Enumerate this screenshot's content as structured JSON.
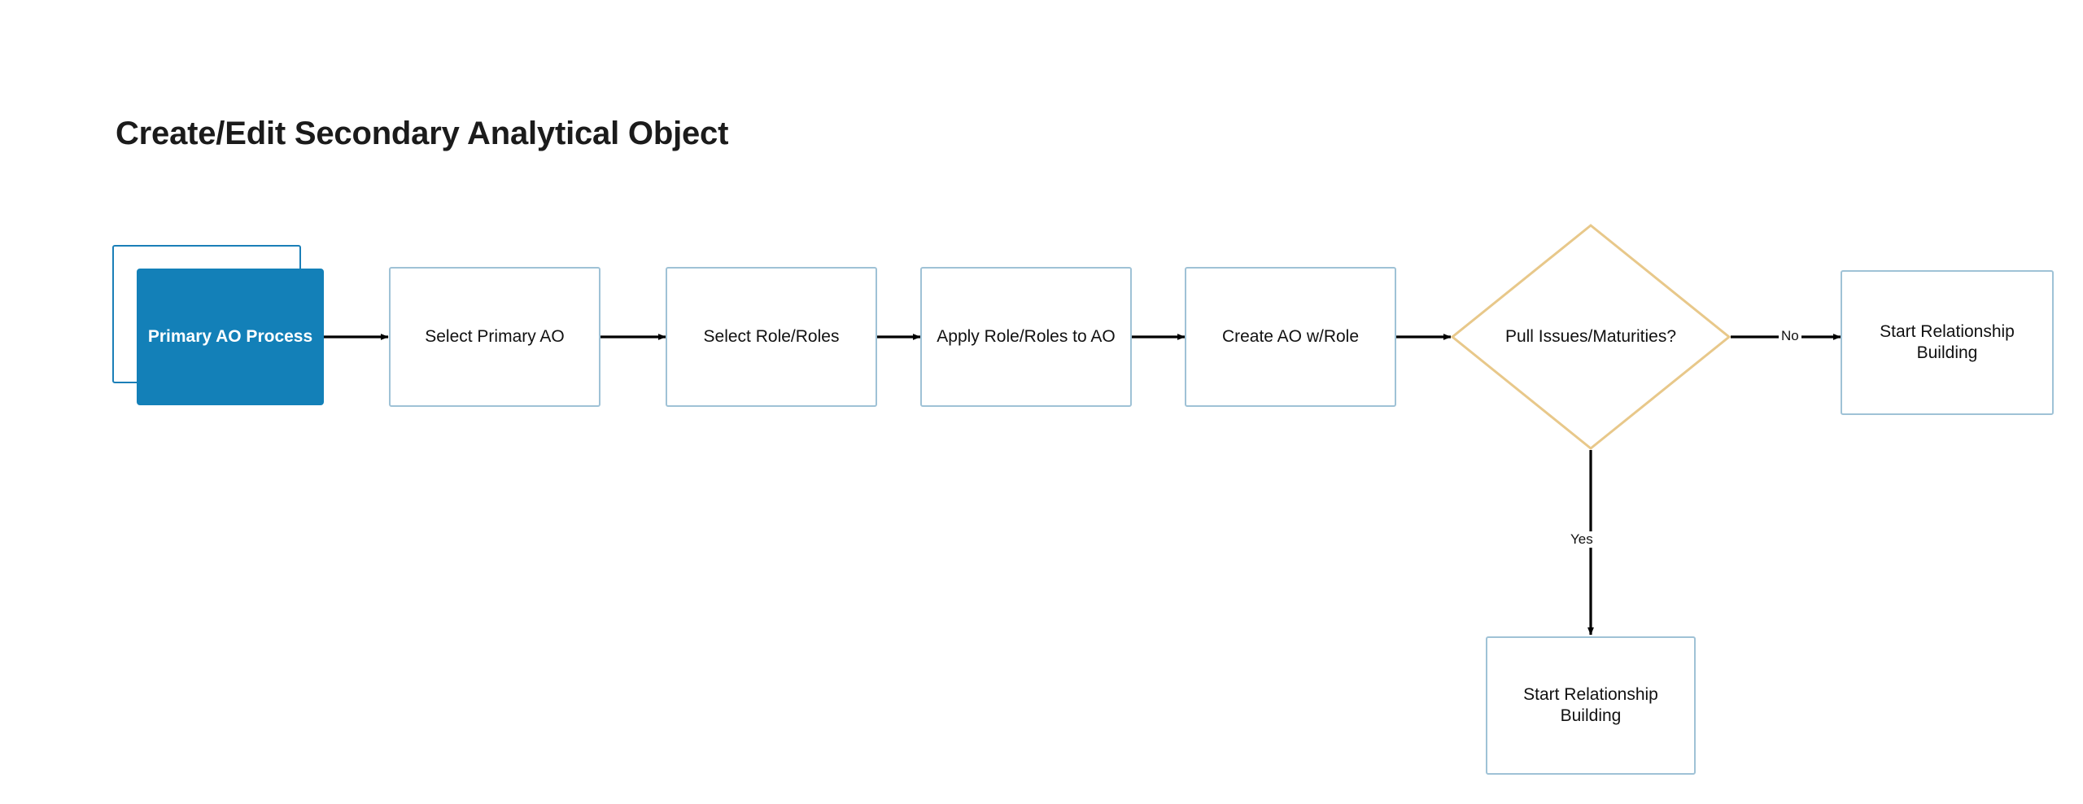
{
  "page": {
    "title": "Create/Edit Secondary Analytical Object",
    "background_color": "#ffffff"
  },
  "colors": {
    "start_fill": "#1380b8",
    "start_outline": "#1b7fb8",
    "process_border": "#9fc2d6",
    "decision_border": "#e8c88a",
    "edge": "#000000",
    "text": "#111111",
    "start_text": "#ffffff"
  },
  "nodes": {
    "start": {
      "label": "Primary AO Process",
      "type": "start-stacked",
      "shape": "rectangle"
    },
    "select_primary_ao": {
      "label": "Select Primary AO",
      "type": "process",
      "shape": "rectangle"
    },
    "select_roles": {
      "label": "Select Role/Roles",
      "type": "process",
      "shape": "rectangle"
    },
    "apply_roles": {
      "label": "Apply Role/Roles to AO",
      "type": "process",
      "shape": "rectangle"
    },
    "create_ao": {
      "label": "Create AO w/Role",
      "type": "process",
      "shape": "rectangle"
    },
    "decision": {
      "label": "Pull Issues/Maturities?",
      "type": "decision",
      "shape": "diamond"
    },
    "start_rel_no": {
      "label_line1": "Start Relationship",
      "label_line2": "Building",
      "type": "process",
      "shape": "rectangle"
    },
    "start_rel_yes": {
      "label_line1": "Start Relationship",
      "label_line2": "Building",
      "type": "process",
      "shape": "rectangle"
    }
  },
  "edges": {
    "e1": {
      "from": "start",
      "to": "select_primary_ao",
      "label": ""
    },
    "e2": {
      "from": "select_primary_ao",
      "to": "select_roles",
      "label": ""
    },
    "e3": {
      "from": "select_roles",
      "to": "apply_roles",
      "label": ""
    },
    "e4": {
      "from": "apply_roles",
      "to": "create_ao",
      "label": ""
    },
    "e5": {
      "from": "create_ao",
      "to": "decision",
      "label": ""
    },
    "e6": {
      "from": "decision",
      "to": "start_rel_no",
      "label": "No"
    },
    "e7": {
      "from": "decision",
      "to": "start_rel_yes",
      "label": "Yes"
    }
  },
  "chart_data": {
    "type": "diagram",
    "diagram_kind": "flowchart",
    "orientation": "left-to-right",
    "title": "Create/Edit Secondary Analytical Object",
    "node_sequence": [
      "Primary AO Process",
      "Select Primary AO",
      "Select Role/Roles",
      "Apply Role/Roles to AO",
      "Create AO w/Role",
      "Pull Issues/Maturities?"
    ],
    "branches": [
      {
        "condition": "No",
        "target": "Start Relationship Building"
      },
      {
        "condition": "Yes",
        "target": "Start Relationship Building"
      }
    ]
  }
}
